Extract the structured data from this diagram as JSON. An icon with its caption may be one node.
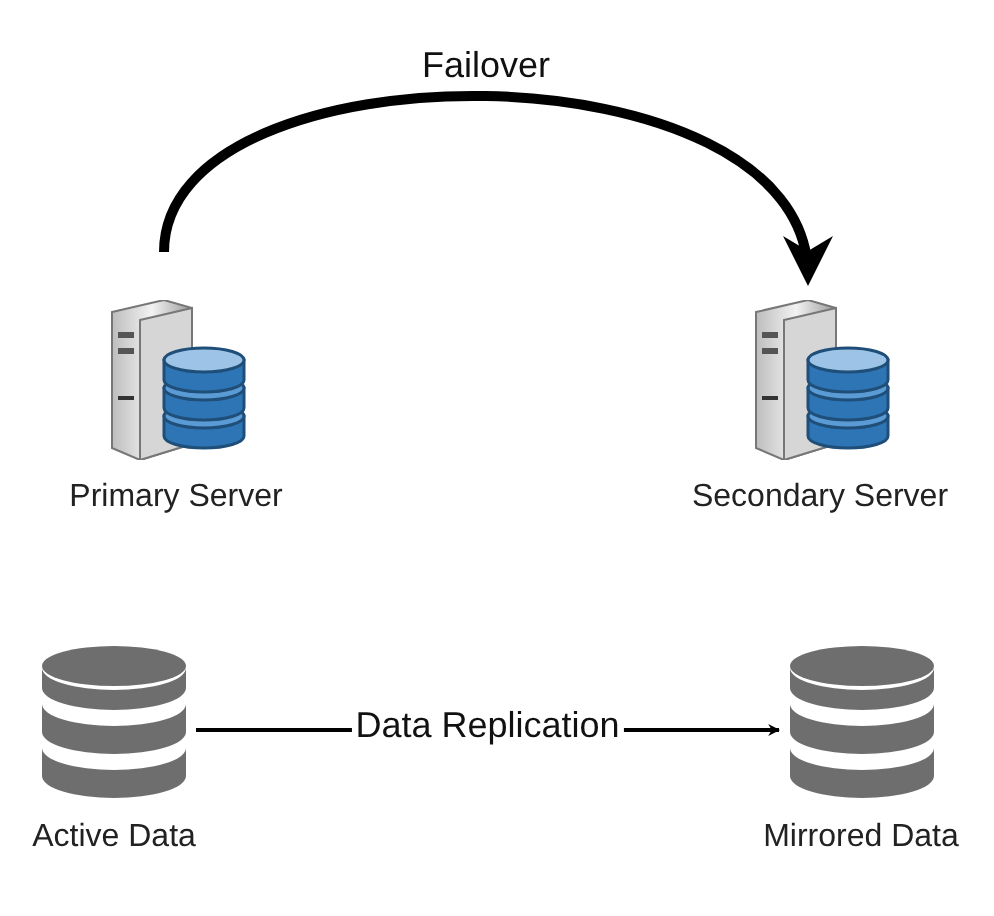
{
  "diagram": {
    "nodes": [
      {
        "text": [
          "Primary Server"
        ]
      },
      {
        "text": [
          "Secondary Server"
        ]
      },
      {
        "text": [
          "Active Data"
        ]
      },
      {
        "text": [
          "Mirrored Data"
        ]
      }
    ],
    "edges": [
      {
        "from": 0,
        "to": 1,
        "arrow": "to",
        "label": "Failover",
        "style": "thick"
      },
      {
        "from": 2,
        "to": 3,
        "arrow": "to",
        "label": "Data Replication"
      }
    ]
  }
}
